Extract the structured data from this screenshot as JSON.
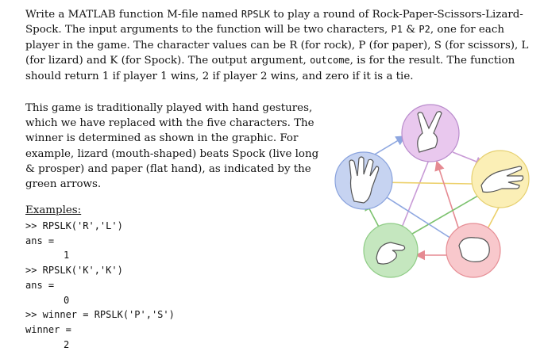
{
  "intro": {
    "t1": "Write a MATLAB function M-file named ",
    "fn": "RPSLK",
    "t2": " to play a round of Rock-Paper-Scissors-Lizard-Spock. The input arguments to the function will be two characters, ",
    "p1": "P1",
    "amp": " & ",
    "p2": "P2",
    "t3": ", one for each player in the game. The character values can be R (for rock), P (for paper), S (for scissors), L (for lizard) and K (for Spock). The output argument, ",
    "out": "outcome",
    "t4": ", is for the result. The function should return 1 if player 1 wins, 2 if player 2 wins, and zero if it is a tie."
  },
  "description": "This game is traditionally played with hand gestures, which we have replaced with the five characters. The winner is determined as shown in the graphic. For example, lizard (mouth-shaped) beats Spock (live long & prosper) and paper (flat hand), as indicated by the green arrows.",
  "examples": {
    "title": "Examples:",
    "lines": [
      ">> RPSLK('R','L')",
      "ans =",
      "1",
      ">> RPSLK('K','K')",
      "ans =",
      "0",
      ">> winner = RPSLK('P','S')",
      "winner =",
      "2"
    ]
  },
  "colors": {
    "scissors": "#e9c8ee",
    "paper": "#fbefb6",
    "rock": "#f8c8cc",
    "lizard": "#c5e7bf",
    "spock": "#c6d3f1",
    "scissors_stroke": "#b98ccc",
    "paper_stroke": "#e6d070",
    "rock_stroke": "#e68e95",
    "lizard_stroke": "#8fcc86",
    "spock_stroke": "#8aa3dd"
  }
}
